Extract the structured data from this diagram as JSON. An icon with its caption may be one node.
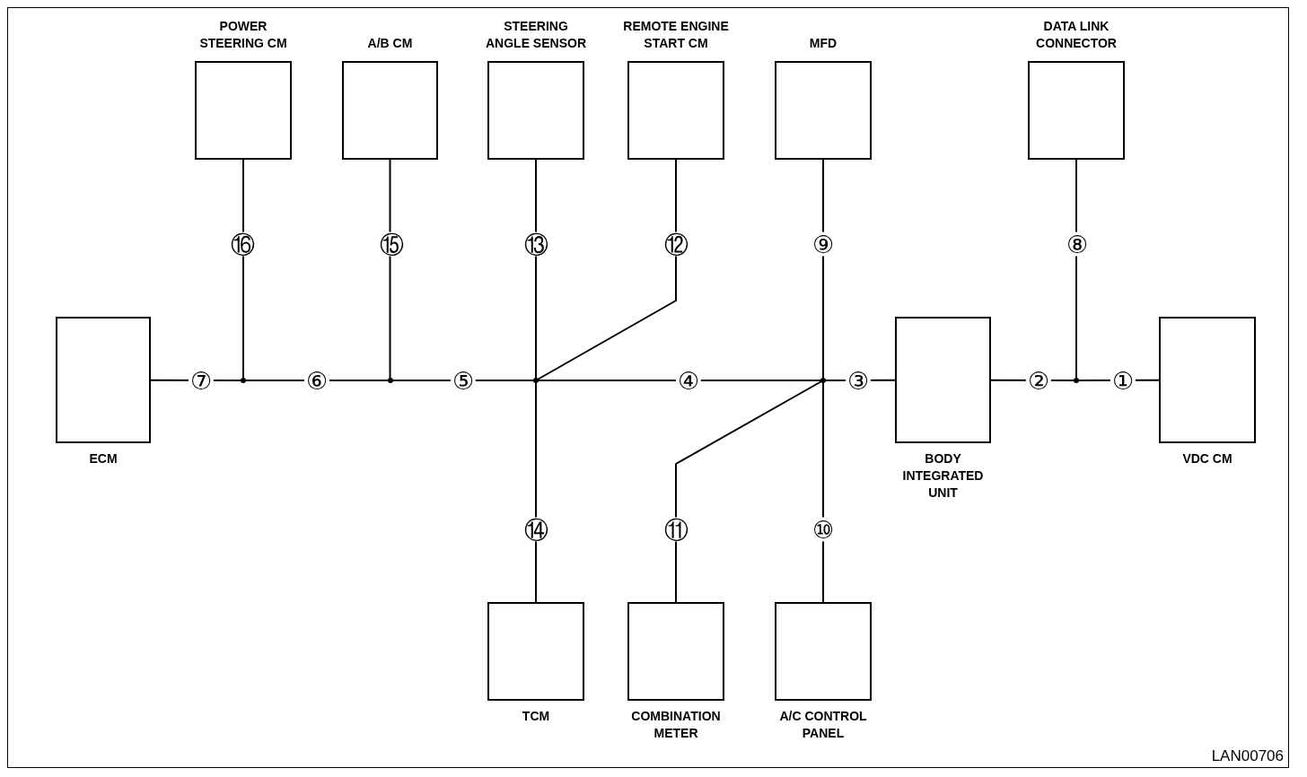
{
  "diagram": {
    "nodes": [
      {
        "text": [
          "POWER STEERING CM"
        ]
      },
      {
        "text": [
          "A/B CM"
        ]
      },
      {
        "text": [
          "STEERING ANGLE SENSOR"
        ]
      },
      {
        "text": [
          "REMOTE ENGINE START CM"
        ]
      },
      {
        "text": [
          "MFD"
        ]
      },
      {
        "text": [
          "DATA LINK CONNECTOR"
        ]
      },
      {
        "text": [
          "ECM"
        ]
      },
      {
        "text": [
          "BODY INTEGRATED UNIT"
        ]
      },
      {
        "text": [
          "VDC CM"
        ]
      },
      {
        "text": [
          "TCM"
        ]
      },
      {
        "text": [
          "COMBINATION METER"
        ]
      },
      {
        "text": [
          "A/C CONTROL PANEL"
        ]
      },
      {
        "text": [],
        "shape": "junction"
      },
      {
        "text": [],
        "shape": "junction"
      },
      {
        "text": [],
        "shape": "junction"
      },
      {
        "text": [],
        "shape": "junction"
      },
      {
        "text": [],
        "shape": "junction"
      }
    ],
    "edges": [
      {
        "from": 6,
        "to": 12,
        "arrow": "none",
        "label": "⑦"
      },
      {
        "from": 0,
        "to": 12,
        "arrow": "none",
        "label": "⑯"
      },
      {
        "from": 12,
        "to": 13,
        "arrow": "none",
        "label": "⑥"
      },
      {
        "from": 1,
        "to": 13,
        "arrow": "none",
        "label": "⑮"
      },
      {
        "from": 13,
        "to": 14,
        "arrow": "none",
        "label": "⑤"
      },
      {
        "from": 2,
        "to": 14,
        "arrow": "none",
        "label": "⑬"
      },
      {
        "from": 3,
        "to": 14,
        "arrow": "none",
        "label": "⑫"
      },
      {
        "from": 14,
        "to": 9,
        "arrow": "none",
        "label": "⑭"
      },
      {
        "from": 14,
        "to": 15,
        "arrow": "none",
        "label": "④"
      },
      {
        "from": 4,
        "to": 15,
        "arrow": "none",
        "label": "⑨"
      },
      {
        "from": 15,
        "to": 10,
        "arrow": "none",
        "label": "⑪"
      },
      {
        "from": 15,
        "to": 11,
        "arrow": "none",
        "label": "⑩"
      },
      {
        "from": 15,
        "to": 7,
        "arrow": "none",
        "label": "③"
      },
      {
        "from": 7,
        "to": 16,
        "arrow": "none",
        "label": "②"
      },
      {
        "from": 5,
        "to": 16,
        "arrow": "none",
        "label": "⑧"
      },
      {
        "from": 16,
        "to": 8,
        "arrow": "none",
        "label": "①"
      }
    ],
    "labels": [
      "LAN00706"
    ]
  }
}
